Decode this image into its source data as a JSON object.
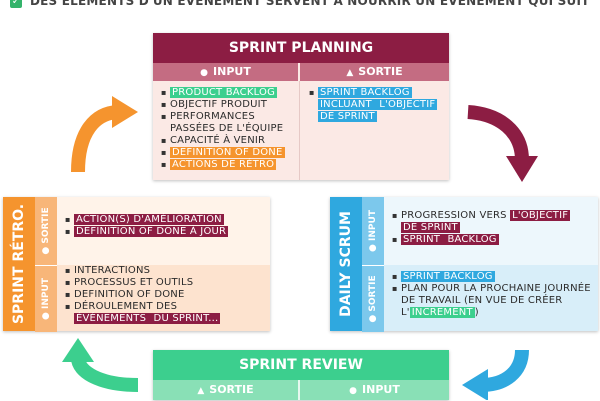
{
  "headline": "DES ÉLÉMENTS D'UN ÉVÉNEMENT SERVENT À NOURRIR UN ÉVÉNEMENT QUI SUIT",
  "colors": {
    "planning": "#8c1d43",
    "retro": "#f5942e",
    "daily": "#2fa8df",
    "review": "#3ccf8e"
  },
  "planning": {
    "title": "SPRINT PLANNING",
    "input_label": "INPUT",
    "output_label": "SORTIE",
    "inputs": [
      {
        "text": "PRODUCT BACKLOG",
        "hl": "green"
      },
      {
        "text": "OBJECTIF PRODUIT",
        "hl": ""
      },
      {
        "text": "PERFORMANCES PASSÉES DE L'ÉQUIPE",
        "hl": ""
      },
      {
        "text": "CAPACITÉ À VENIR",
        "hl": ""
      },
      {
        "text": "DEFINITION OF DONE",
        "hl": "orange"
      },
      {
        "text": "ACTIONS DE RÉTRO",
        "hl": "orange"
      }
    ],
    "outputs": {
      "line1": "SPRINT BACKLOG",
      "line2": "INCLUANT ",
      "line2b": "L'OBJECTIF",
      "line3": "DE SPRINT"
    }
  },
  "retro": {
    "title": "SPRINT RÉTRO.",
    "output_label": "SORTIE",
    "input_label": "INPUT",
    "outputs": {
      "item1": "ACTION(S) D'AMÉLIORATION",
      "item2": "DEFINITION OF DONE À JOUR"
    },
    "inputs": {
      "item1": "INTERACTIONS",
      "item2": "PROCESSUS ET OUTILS",
      "item3": "DEFINITION OF DONE",
      "item4a": "DÉROULEMENT DES",
      "item4b": "ÉVÉNEMENTS",
      "item4c": " DU SPRINT..."
    }
  },
  "daily": {
    "title": "DAILY SCRUM",
    "input_label": "INPUT",
    "output_label": "SORTIE",
    "inputs": {
      "item1a": "PROGRESSION VERS ",
      "item1b": "L'OBJECTIF",
      "item1c": "DE SPRINT",
      "item2a": "SPRINT ",
      "item2b": "BACKLOG"
    },
    "outputs": {
      "item1": "SPRINT BACKLOG",
      "item2a": "PLAN POUR LA PROCHAINE JOURNÉE DE TRAVAIL (EN VUE DE CRÉER L'",
      "item2b": "INCREMENT",
      "item2c": ")"
    }
  },
  "review": {
    "title": "SPRINT REVIEW",
    "output_label": "SORTIE",
    "input_label": "INPUT"
  }
}
